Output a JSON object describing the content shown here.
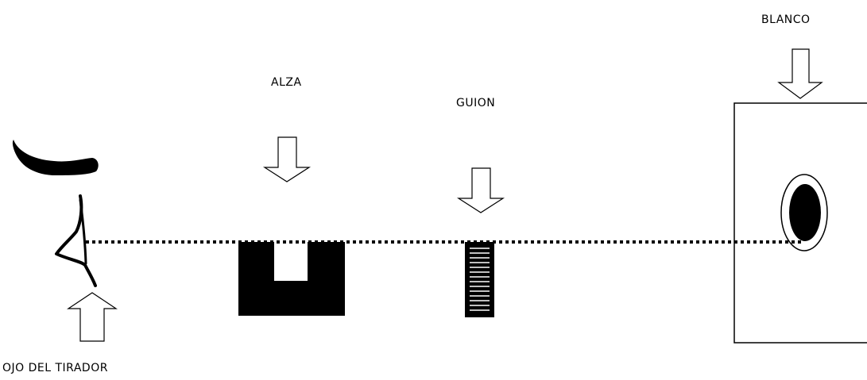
{
  "labels": {
    "alza": "ALZA",
    "guion": "GUION",
    "blanco": "BLANCO",
    "ojo": "OJO DEL TIRADOR"
  },
  "colors": {
    "ink": "#000000",
    "background": "#ffffff"
  },
  "icons": {
    "eye": "eye-icon",
    "eyebrow": "eyebrow-icon",
    "arrow_down": "arrow-down-icon",
    "arrow_up": "arrow-up-icon"
  }
}
